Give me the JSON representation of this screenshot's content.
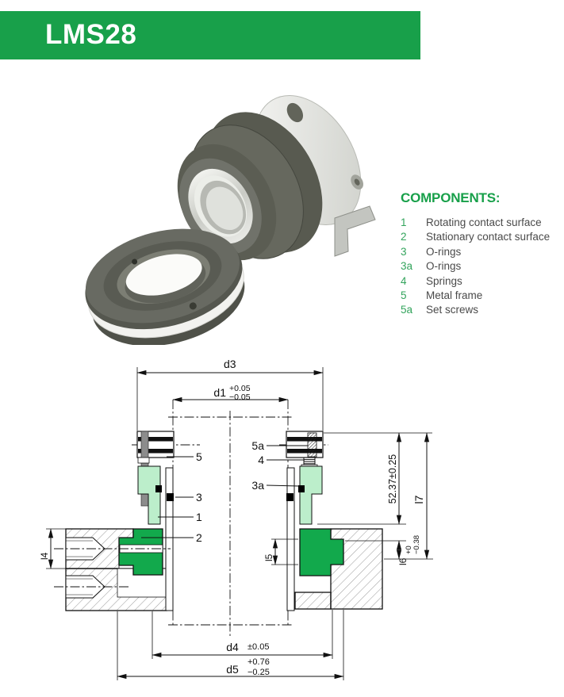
{
  "header": {
    "title": "LMS28",
    "bar_color": "#18a04a"
  },
  "components": {
    "heading": "COMPONENTS:",
    "items": [
      {
        "num": "1",
        "label": "Rotating contact surface"
      },
      {
        "num": "2",
        "label": "Stationary contact surface"
      },
      {
        "num": "3",
        "label": "O-rings"
      },
      {
        "num": "3a",
        "label": "O-rings"
      },
      {
        "num": "4",
        "label": "Springs"
      },
      {
        "num": "5",
        "label": "Metal frame"
      },
      {
        "num": "5a",
        "label": "Set screws"
      }
    ]
  },
  "drawing": {
    "dims": {
      "d3": "d3",
      "d1": "d1",
      "d1_tol_plus": "+0.05",
      "d1_tol_minus": "−0.05",
      "d4": "d4",
      "d4_tol": "±0.05",
      "d5": "d5",
      "d5_tol_plus": "+0.76",
      "d5_tol_minus": "−0.25",
      "l4": "l4",
      "l5": "l5",
      "l6": "l6",
      "l6_tol_plus": "+0",
      "l6_tol_minus": "−0.38",
      "l7": "l7",
      "height": "52.37±0.25"
    },
    "part_labels": {
      "p1": "1",
      "p2": "2",
      "p3": "3",
      "p3a": "3a",
      "p4": "4",
      "p5": "5",
      "p5a": "5a"
    },
    "colors": {
      "seat_green": "#12A94C",
      "bellows_light_green": "#BCEECB",
      "hatch_gray": "#a0a0a0"
    }
  }
}
